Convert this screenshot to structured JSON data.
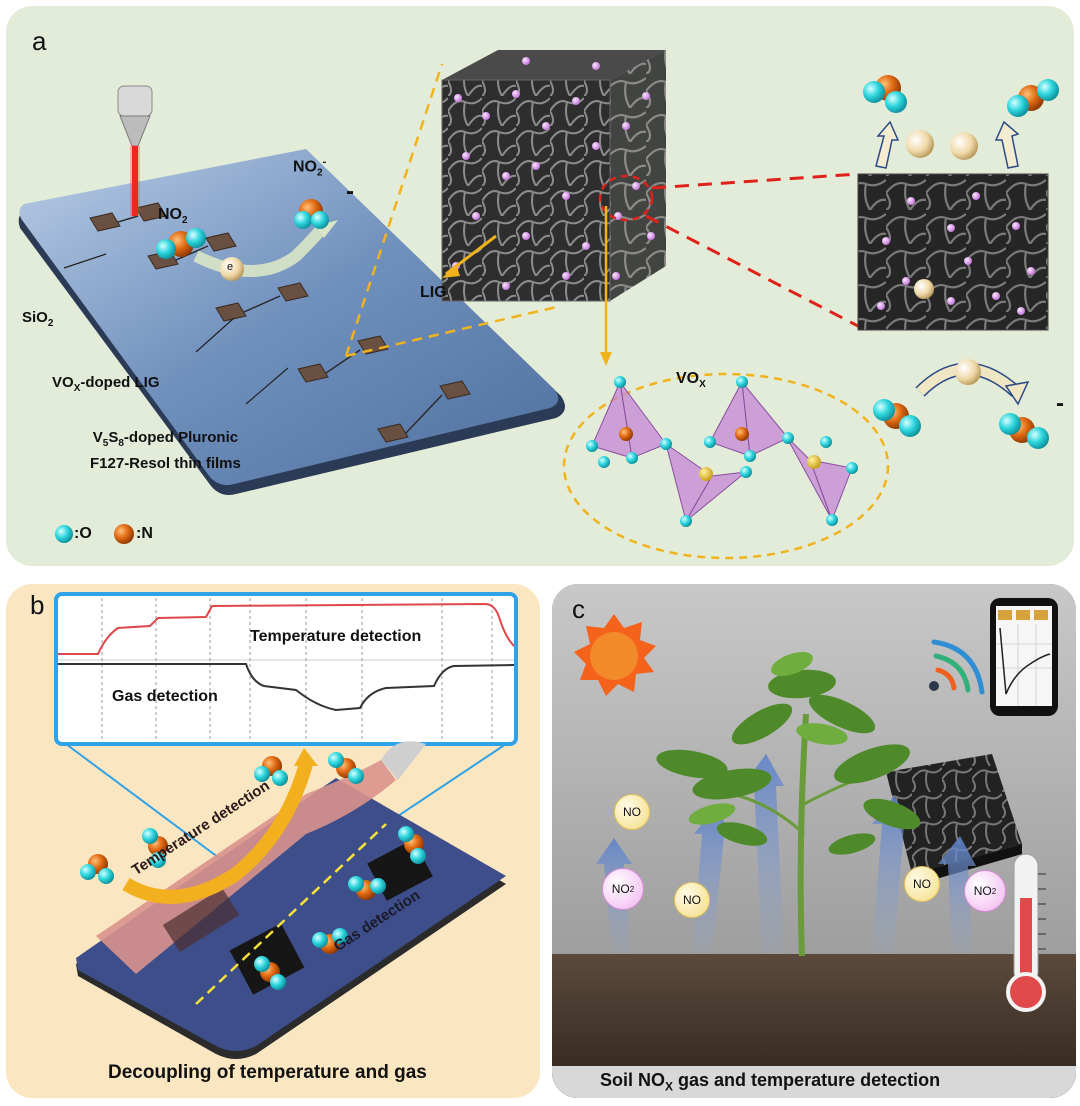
{
  "panel_a": {
    "label": "a",
    "no2_ion": "NO",
    "no2_ion_sub": "2",
    "no2_ion_sup": "-",
    "minus": "-",
    "no2_left": "NO",
    "no2_left_sub": "2",
    "electron": "e",
    "sio2": "SiO",
    "sio2_sub": "2",
    "vox_lig": "VO",
    "vox_lig_sub": "X",
    "vox_lig_rest": "-doped LIG",
    "film_line1_a": "V",
    "film_line1_sub1": "5",
    "film_line1_b": "S",
    "film_line1_sub2": "8",
    "film_line1_c": "-doped Pluronic",
    "film_line2": "F127-Resol thin films",
    "lig": "LIG",
    "vox": "VO",
    "vox_sub": "X",
    "legend_o": ":O",
    "legend_n": ":N",
    "minus_right": "-"
  },
  "panel_b": {
    "label": "b",
    "temperature_detection": "Temperature detection",
    "gas_detection": "Gas detection",
    "diag_temperature": "Temperature detection",
    "diag_gas": "Gas detection",
    "caption": "Decoupling of temperature and gas"
  },
  "panel_c": {
    "label": "c",
    "no_1": "NO",
    "no_2": "NO",
    "no_3": "NO",
    "no2_1": "NO",
    "no2_1_sub": "2",
    "no2_2": "NO",
    "no2_2_sub": "2",
    "caption_pre": "Soil NO",
    "caption_sub": "X",
    "caption_post": " gas and temperature detection"
  },
  "colors": {
    "panel_a_bg": "#e3ecd9",
    "panel_b_bg": "#fbe6c2",
    "panel_c_bg": "#9a9a9a",
    "oxygen": "#2fd6de",
    "nitrogen": "#e06a12",
    "dopant": "#d98be3",
    "temperature_curve": "#e0474a",
    "gas_curve": "#333333",
    "callout_red": "#e0211a",
    "callout_orange": "#f0b31c"
  }
}
